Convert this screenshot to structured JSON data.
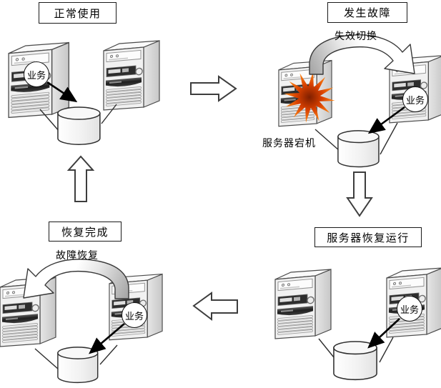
{
  "stages": {
    "normal": {
      "title": "正常使用",
      "service_badge": "业务"
    },
    "failure": {
      "title": "发生故障",
      "failover_label": "失效切换",
      "crash_label": "服务器宕机",
      "service_badge": "业务"
    },
    "recovered": {
      "title": "服务器恢复运行",
      "service_badge": "业务"
    },
    "complete": {
      "title": "恢复完成",
      "recovery_label": "故障恢复",
      "service_badge": "业务"
    }
  },
  "icons": {
    "server": "server-tower-icon",
    "database": "database-cylinder-icon",
    "explosion": "explosion-burst-icon",
    "failover_arrow": "curved-failover-arrow",
    "flow_arrows": [
      "right-block-arrow",
      "down-block-arrow",
      "left-block-arrow",
      "up-block-arrow"
    ]
  },
  "diagram_colors": {
    "outline": "#3d3d3d",
    "explosion_core": "#7f1f00",
    "explosion_mid": "#d84000",
    "explosion_edge": "#ff8c1a",
    "arrow_band_tail": "#a8a8a8"
  }
}
